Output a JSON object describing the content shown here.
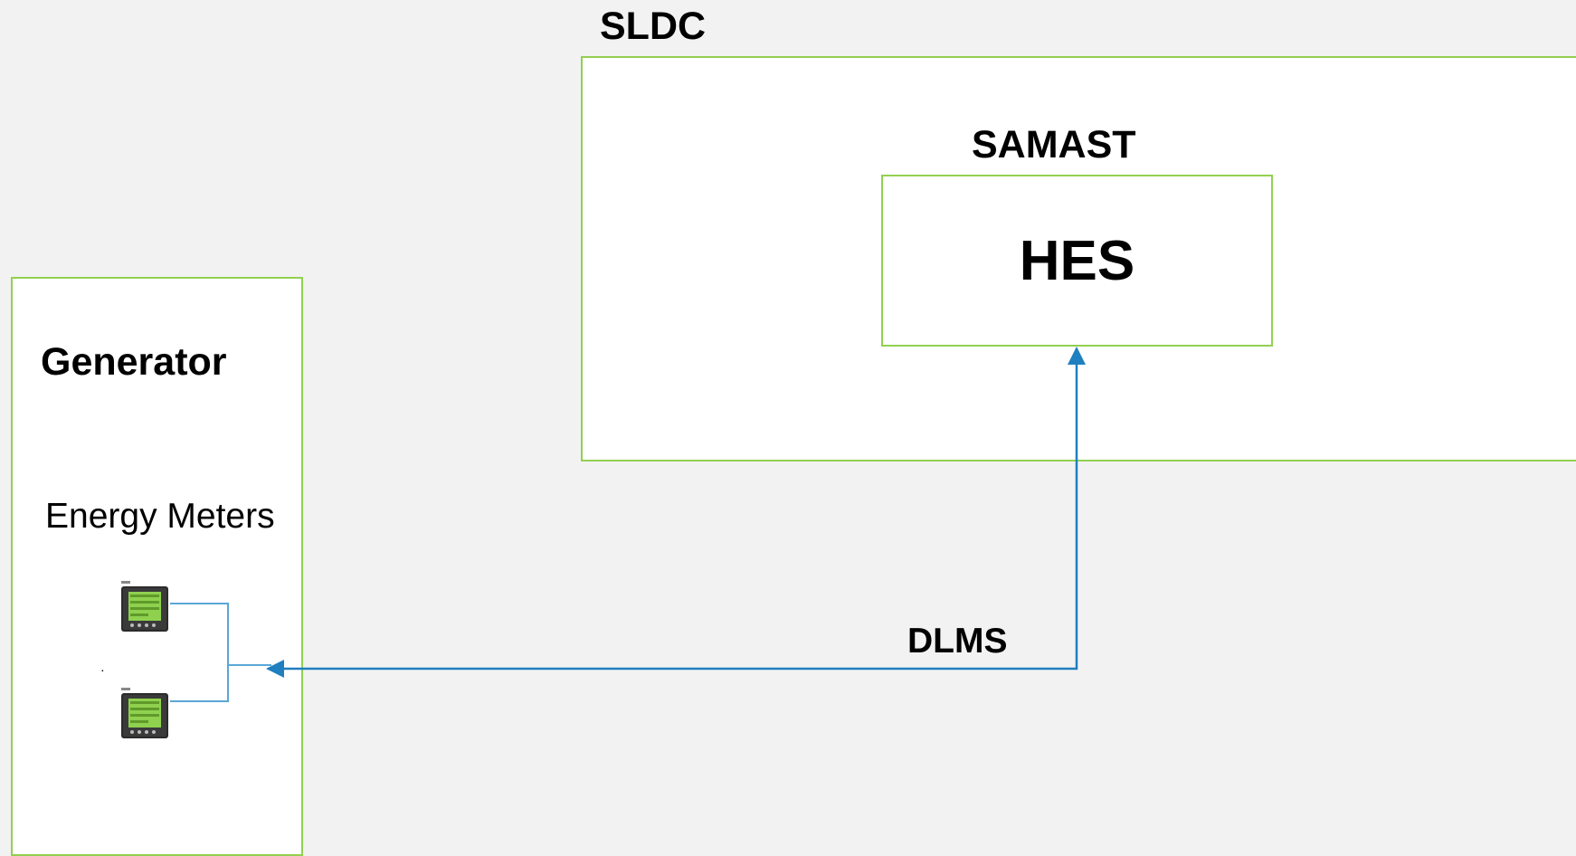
{
  "diagram": {
    "sldc_title": "SLDC",
    "samast_title": "SAMAST",
    "hes_label": "HES",
    "generator_title": "Generator",
    "meters_label": "Energy Meters",
    "link_label": "DLMS",
    "colors": {
      "box_border": "#92d050",
      "connector": "#1f7fbf",
      "background": "#f2f2f2",
      "box_fill": "#ffffff"
    },
    "icons": [
      "energy-meter-icon",
      "energy-meter-icon"
    ]
  }
}
